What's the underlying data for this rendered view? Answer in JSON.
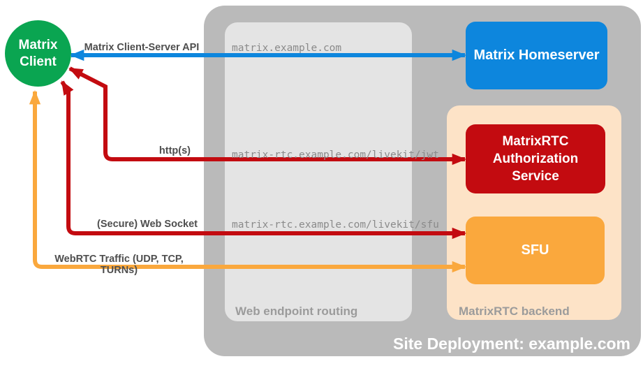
{
  "diagram_title": "Site Deployment: example.com",
  "nodes": {
    "client": {
      "lines": [
        "Matrix",
        "Client"
      ],
      "color": "#0aa551"
    },
    "homeserver": {
      "label": "Matrix Homeserver",
      "color": "#0d86dd"
    },
    "auth": {
      "lines": [
        "MatrixRTC",
        "Authorization",
        "Service"
      ],
      "color": "#c30b10"
    },
    "sfu": {
      "label": "SFU",
      "color": "#faa83d"
    }
  },
  "containers": {
    "site_deployment": {
      "label": "Site Deployment: example.com",
      "color": "#bababa"
    },
    "web_endpoint_routing": {
      "label": "Web endpoint routing",
      "color": "#e4e4e4"
    },
    "matrixrtc_backend": {
      "label": "MatrixRTC backend",
      "color": "#fde3c7"
    }
  },
  "endpoints": [
    "matrix.example.com",
    "matrix-rtc.example.com/livekit/jwt",
    "matrix-rtc.example.com/livekit/sfu"
  ],
  "arrows": [
    {
      "label": "Matrix Client-Server API",
      "color": "#0d86dd",
      "from": "Matrix Client",
      "to": "Matrix Homeserver",
      "bidirectional": true
    },
    {
      "label": "http(s)",
      "color": "#c30b10",
      "from": "Matrix Client",
      "to": "MatrixRTC Authorization Service",
      "bidirectional": true
    },
    {
      "label": "(Secure) Web Socket",
      "color": "#c30b10",
      "from": "Matrix Client",
      "to": "SFU",
      "bidirectional": true
    },
    {
      "label": "WebRTC Traffic (UDP, TCP, TURNs)",
      "color": "#faa83d",
      "from": "Matrix Client",
      "to": "SFU",
      "bidirectional": true
    }
  ]
}
